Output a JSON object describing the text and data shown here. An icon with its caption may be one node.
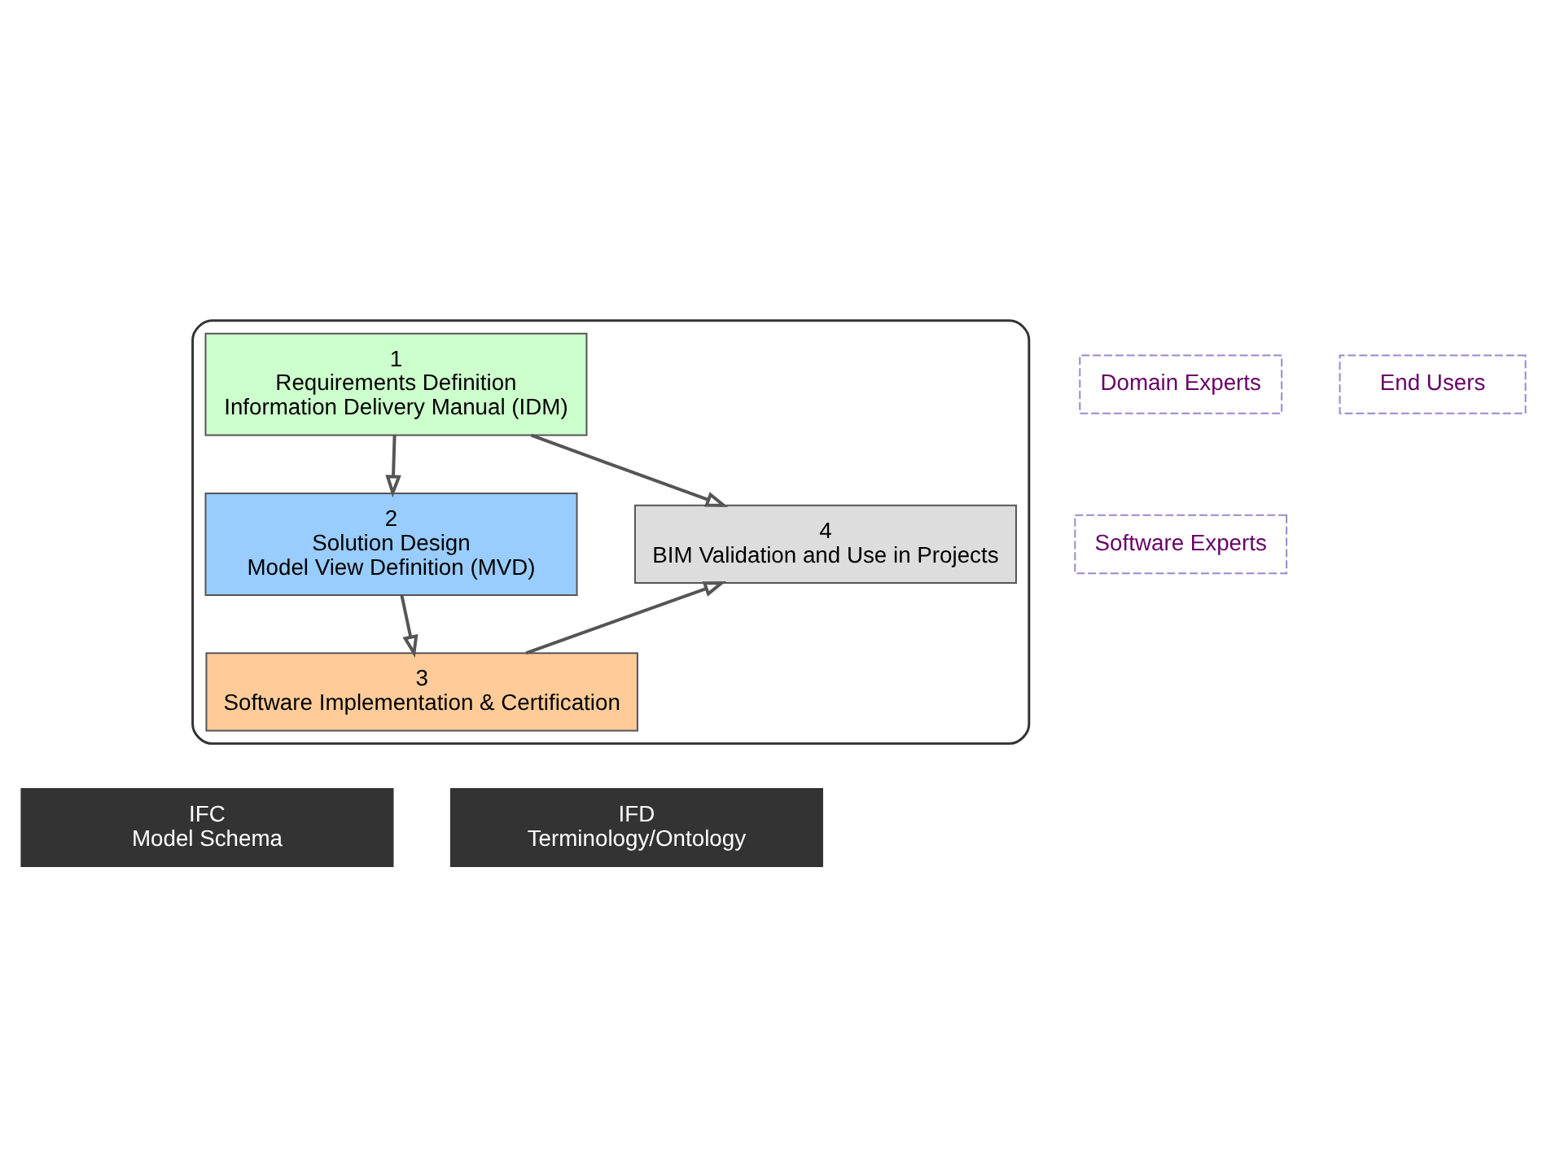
{
  "diagram": {
    "nodes": [
      {
        "text": [],
        "shape": "box"
      },
      {
        "text": [
          "1",
          "Requirements Definition",
          "Information Delivery Manual (IDM)"
        ],
        "in": 0
      },
      {
        "text": [
          "2",
          "Solution Design",
          "Model View Definition (MVD)"
        ],
        "in": 0
      },
      {
        "text": [
          "3",
          "Software Implementation & Certification"
        ],
        "in": 0
      },
      {
        "text": [
          "4",
          "BIM Validation and Use in Projects"
        ],
        "in": 0
      },
      {
        "text": [
          "Domain Experts"
        ]
      },
      {
        "text": [
          "Software Experts"
        ]
      },
      {
        "text": [
          "End Users"
        ]
      },
      {
        "text": [
          "IFC",
          "Model Schema"
        ]
      },
      {
        "text": [
          "IFD",
          "Terminology/Ontology"
        ]
      }
    ],
    "edges": [
      {
        "from": 1,
        "to": 2,
        "arrow": "to"
      },
      {
        "from": 2,
        "to": 3,
        "arrow": "to"
      },
      {
        "from": 1,
        "to": 4,
        "arrow": "to"
      },
      {
        "from": 3,
        "to": 4,
        "arrow": "to"
      }
    ]
  }
}
